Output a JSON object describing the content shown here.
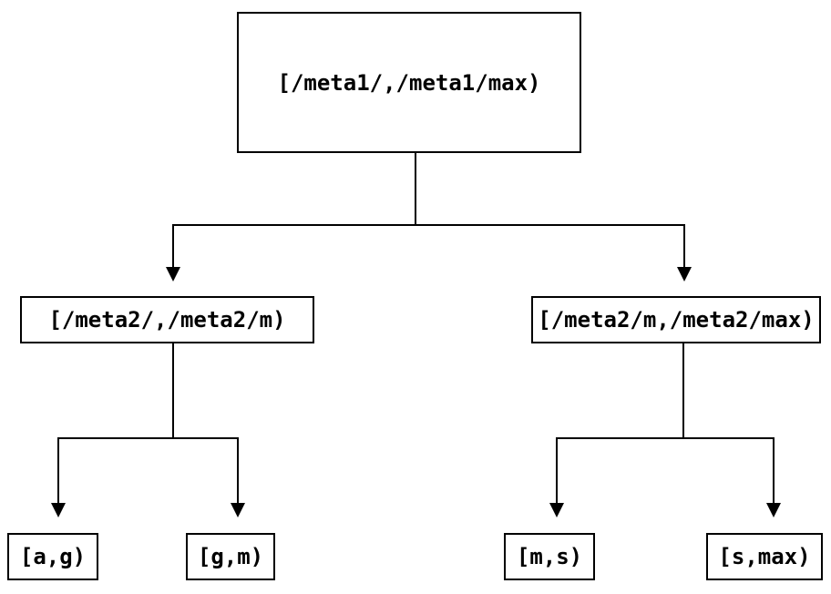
{
  "colors": {
    "background": "#ffffff",
    "line": "#000000",
    "text": "#000000"
  },
  "tree": {
    "nodes": {
      "root": {
        "label": "[/meta1/,/meta1/max)"
      },
      "left": {
        "label": "[/meta2/,/meta2/m)"
      },
      "right": {
        "label": "[/meta2/m,/meta2/max)"
      },
      "leaf_ag": {
        "label": "[a,g)"
      },
      "leaf_gm": {
        "label": "[g,m)"
      },
      "leaf_ms": {
        "label": "[m,s)"
      },
      "leaf_smax": {
        "label": "[s,max)"
      }
    },
    "edges": [
      {
        "from": "root",
        "to": "left"
      },
      {
        "from": "root",
        "to": "right"
      },
      {
        "from": "left",
        "to": "leaf_ag"
      },
      {
        "from": "left",
        "to": "leaf_gm"
      },
      {
        "from": "right",
        "to": "leaf_ms"
      },
      {
        "from": "right",
        "to": "leaf_smax"
      }
    ]
  }
}
